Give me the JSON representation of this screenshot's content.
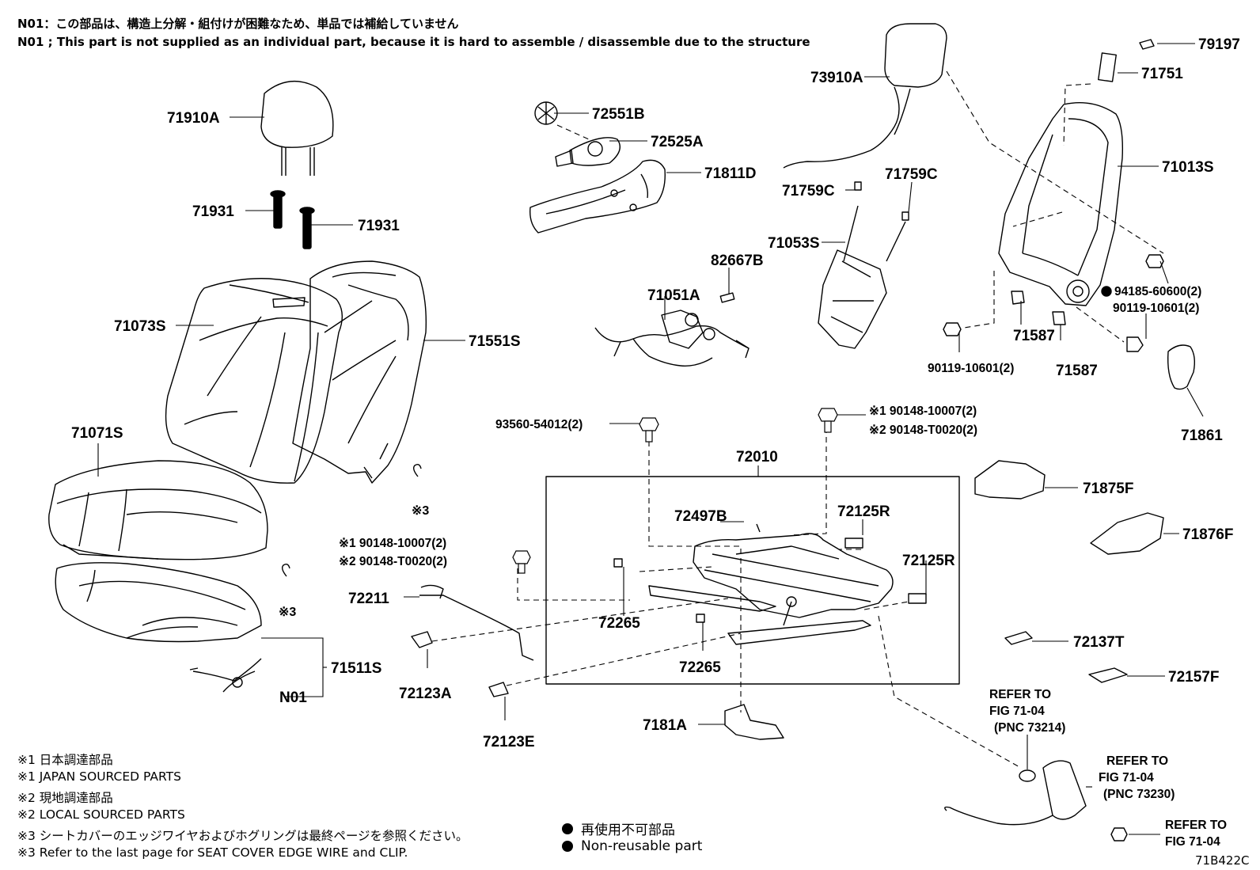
{
  "header_notes": {
    "n01_jp": "N01：この部品は、構造上分解・組付けが困難なため、単品では補給していません",
    "n01_en": "N01 ; This part is not supplied as an individual part, because it is hard to assemble / disassemble due to the structure"
  },
  "parts": {
    "p71910A": "71910A",
    "p71931a": "71931",
    "p71931b": "71931",
    "p71073S": "71073S",
    "p71551S": "71551S",
    "p71071S": "71071S",
    "p71511S": "71511S",
    "n01": "N01",
    "p72551B": "72551B",
    "p72525A": "72525A",
    "p71811D": "71811D",
    "p82667B": "82667B",
    "p71051A": "71051A",
    "p73910A": "73910A",
    "p71759C_a": "71759C",
    "p71759C_b": "71759C",
    "p71053S": "71053S",
    "p79197": "79197",
    "p71751": "71751",
    "p71013S": "71013S",
    "p94185": "94185-60600(2)",
    "p90119_r": "90119-10601(2)",
    "p71587_a": "71587",
    "p71587_b": "71587",
    "p90119_l": "90119-10601(2)",
    "p71861": "71861",
    "p93560": "93560-54012(2)",
    "p90148_top1": "※1 90148-10007(2)",
    "p90148_top2": "※2 90148-T0020(2)",
    "p72010": "72010",
    "p90148_l1": "※1 90148-10007(2)",
    "p90148_l2": "※2 90148-T0020(2)",
    "p72497B": "72497B",
    "p72125R_a": "72125R",
    "p72125R_b": "72125R",
    "p72211": "72211",
    "p72265_a": "72265",
    "p72265_b": "72265",
    "p72123A": "72123A",
    "p72123E": "72123E",
    "p7181A": "7181A",
    "p71875F": "71875F",
    "p71876F": "71876F",
    "p72137T": "72137T",
    "p72157F": "72157F",
    "mark3a": "※3",
    "mark3b": "※3"
  },
  "refers": {
    "r1_line1": "REFER TO",
    "r1_line2": "FIG 71-04",
    "r1_line3": "(PNC 73214)",
    "r2_line1": "REFER TO",
    "r2_line2": "FIG 71-04",
    "r2_line3": "(PNC 73230)",
    "r3_line1": "REFER TO",
    "r3_line2": "FIG 71-04"
  },
  "footnotes": {
    "f1_jp": "※1 日本調達部品",
    "f1_en": "※1  JAPAN SOURCED PARTS",
    "f2_jp": "※2 現地調達部品",
    "f2_en": "※2  LOCAL SOURCED PARTS",
    "f3_jp": "※3 シートカバーのエッジワイヤおよびホグリングは最終ページを参照ください。",
    "f3_en": "※3  Refer to the last page for SEAT COVER EDGE WIRE and CLIP."
  },
  "legend": {
    "jp": "再使用不可部品",
    "en": "Non-reusable part"
  },
  "figure_code": "71B422C"
}
